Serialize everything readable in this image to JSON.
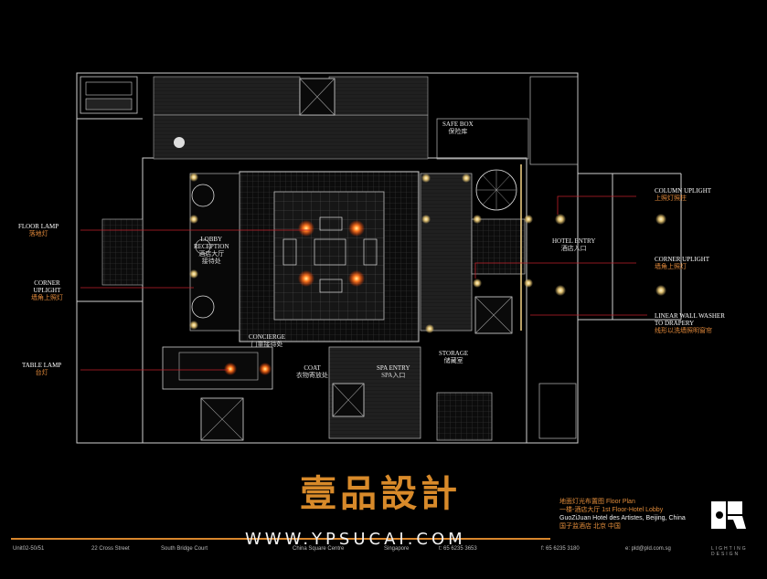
{
  "labels": {
    "safe_box": {
      "en": "SAFE BOX",
      "cn": "保险库"
    },
    "lobby_reception": {
      "en1": "LOBBY",
      "en2": "RECEPTION",
      "cn1": "酒店大厅",
      "cn2": "接待处"
    },
    "hotel_entry": {
      "en": "HOTEL ENTRY",
      "cn": "酒店入口"
    },
    "concierge": {
      "en": "CONCIERGE",
      "cn": "门童接待处"
    },
    "coat": {
      "en": "COAT",
      "cn": "衣物寄放处"
    },
    "spa_entry": {
      "en": "SPA ENTRY",
      "cn": "SPA入口"
    },
    "storage": {
      "en": "STORAGE",
      "cn": "储藏室"
    }
  },
  "callouts": {
    "floor_lamp": {
      "en": "FLOOR LAMP",
      "cn": "落地灯"
    },
    "corner_uplight_left": {
      "en1": "CORNER",
      "en2": "UPLIGHT",
      "cn": "墙角上照灯"
    },
    "table_lamp": {
      "en": "TABLE LAMP",
      "cn": "台灯"
    },
    "column_uplight": {
      "en": "COLUMN UPLIGHT",
      "cn": "上照灯照柱"
    },
    "corner_uplight_right": {
      "en": "CORNER UPLIGHT",
      "cn": "墙角上照灯"
    },
    "wall_washer": {
      "en1": "LINEAR  WALL WASHER",
      "en2": "TO DRAPERY",
      "cn": "线形以洗墙照明窗帘"
    }
  },
  "brand": "壹品設計",
  "watermark": "WWW.YPSUCAI.COM",
  "title_block": {
    "line1": "地面灯光布置图  Floor Plan",
    "line2": "一楼-酒店大厅  1st Floor-Hotel Lobby",
    "line3": "GuoZiJuan Hotel des Artistes, Beijing, China",
    "line4": "国子监酒店 北京 中国"
  },
  "footer": {
    "unit": "Unit02-50/51",
    "street": "22 Cross Street",
    "road": "South Bridge Court",
    "centre": "China Square Centre",
    "country": "Singapore",
    "tel": "t: 65 6235 3653",
    "fax": "f: 65 6235 3180",
    "email": "e: pld@pld.com.sg"
  },
  "logo_text": "LIGHTING DESIGN",
  "colors": {
    "accent": "#d8862c",
    "callout_line": "#c0202a",
    "lamp_glow": "#ff6a1a"
  }
}
